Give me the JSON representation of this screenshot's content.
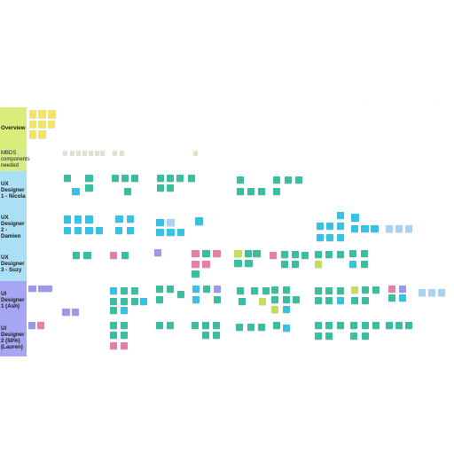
{
  "board": {
    "header_marks": [
      "…",
      "·",
      "·",
      "·",
      "·"
    ],
    "lanes": [
      {
        "key": "overview",
        "label": "Overview",
        "color": "#d9ee7a"
      },
      {
        "key": "mbds",
        "label": "MBDS components needed",
        "color": "#d6ec8a"
      },
      {
        "key": "ux1",
        "label": "UX Designer 1 - Nicola",
        "color": "#aadff5"
      },
      {
        "key": "ux2",
        "label": "UX Designer 2 - Damien",
        "color": "#aadff5"
      },
      {
        "key": "ux3",
        "label": "UX Designer 3 - Suzy",
        "color": "#aadff5"
      },
      {
        "key": "ui1",
        "label": "UI Designer 1 (Ash)",
        "color": "#a7a6f2"
      },
      {
        "key": "ui2",
        "label": "UI Designer 2 (50%) (Lauren)",
        "color": "#a7a6f2"
      }
    ],
    "palette": {
      "teal": "#3dbda0",
      "cyan": "#37c1e3",
      "pink": "#e47fa7",
      "purple": "#9a98e8",
      "lime": "#c4dd5c",
      "yellow": "#f2e561",
      "blue": "#88b7e8",
      "lightblue": "#a9d3f0",
      "sand": "#e4e2c8"
    }
  }
}
